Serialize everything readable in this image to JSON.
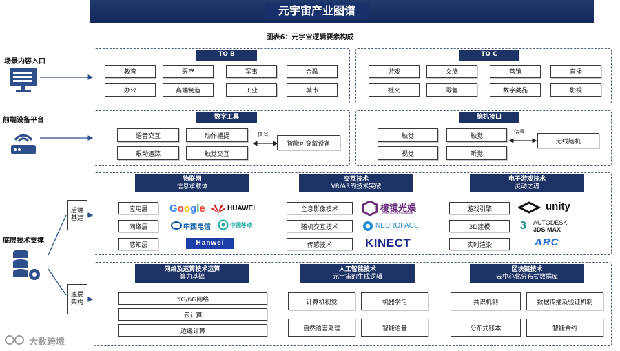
{
  "title": "元宇宙产业图谱",
  "subtitle": "图表6：元宇宙逻辑要素构成",
  "left_labels": {
    "scene": "场景内容入口",
    "frontend": "前端设备平台",
    "base": "底层技术支撑"
  },
  "side_tags": {
    "backend": "后端\n基建",
    "bottom": "底层\n架构"
  },
  "tob": {
    "header": "TO B",
    "items": [
      "教育",
      "医疗",
      "军事",
      "金融",
      "办公",
      "高端制造",
      "工业",
      "城市"
    ]
  },
  "toc": {
    "header": "TO C",
    "items": [
      "游戏",
      "文旅",
      "营销",
      "直播",
      "社交",
      "零售",
      "数字藏品",
      "影视"
    ]
  },
  "digital_tools": {
    "header": "数字工具",
    "items": [
      "语音交互",
      "动作捕捉",
      "眼动追踪",
      "触觉交互"
    ],
    "signal": "信号",
    "target": "智能可穿戴设备"
  },
  "bci": {
    "header": "脑机接口",
    "items": [
      "触觉",
      "触觉",
      "视觉",
      "听觉"
    ],
    "signal": "信号",
    "target": "无线脑机"
  },
  "iot": {
    "header": "物联网",
    "sub": "信息承载体",
    "layers": [
      "应用层",
      "网络层",
      "感知层"
    ]
  },
  "interaction": {
    "header": "交互技术",
    "sub": "VR/AR的技术突破",
    "items": [
      "全息影像技术",
      "随机交互技术",
      "传感技术"
    ]
  },
  "gaming": {
    "header": "电子游戏技术",
    "sub": "灵动之魂",
    "items": [
      "游戏引擎",
      "3D建模",
      "实时渲染"
    ]
  },
  "logos": {
    "google": "Google",
    "huawei": "HUAWEI",
    "telecom": "中国电信",
    "mobile": "中国移动",
    "hanwei": "Hanwei",
    "prism": "棱镜光娱",
    "prism_en": "Prism Entertainment",
    "neuropace": "NEUROPACE",
    "kinect": "KINECT",
    "unity": "unity",
    "autodesk": "AUTODESK",
    "max": "3DS MAX",
    "arc": "ARC"
  },
  "network": {
    "header": "网络及运算技术运算",
    "sub": "算力基础",
    "items": [
      "5G/6G网络",
      "云计算",
      "边缘计算"
    ]
  },
  "ai": {
    "header": "人工智能技术",
    "sub": "元宇宙的生成逻辑",
    "items": [
      "计算机视觉",
      "机器学习",
      "自然语言处理",
      "智能语音"
    ]
  },
  "blockchain": {
    "header": "区块链技术",
    "sub": "去中心化分布式数据库",
    "items": [
      "共识机制",
      "数据传播及验证机制",
      "分布式账本",
      "智能合约"
    ]
  },
  "watermark": "大数跨境",
  "colors": {
    "navy": "#1d3366",
    "icon": "#2f4e8c"
  }
}
